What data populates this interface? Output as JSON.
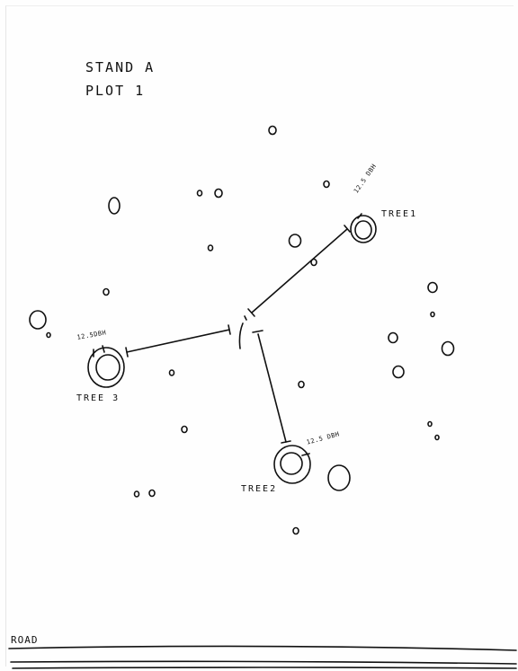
{
  "diagram": {
    "title_line1": "STAND A",
    "title_line2": "PLOT 1",
    "road_label": "ROAD",
    "measured_trees": [
      {
        "label": "TREE1",
        "dbh": "12.5 DBH"
      },
      {
        "label": "TREE2",
        "dbh": "12.5 DBH"
      },
      {
        "label": "TREE 3",
        "dbh": "12.5DBH"
      }
    ],
    "ink_color": "#111111"
  }
}
